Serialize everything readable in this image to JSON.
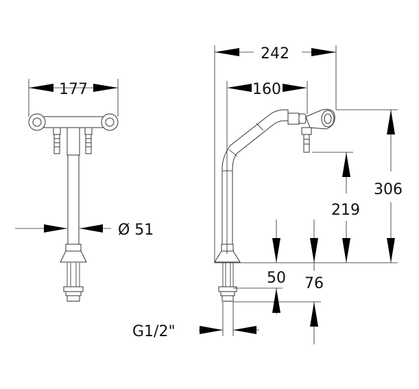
{
  "front_view": {
    "width_label": "177",
    "diameter_label": "Ø 51"
  },
  "side_view": {
    "reach_total_label": "242",
    "reach_spout_label": "160",
    "height_total_label": "306",
    "height_outlet_label": "219",
    "shank_label_1": "50",
    "shank_label_2": "76",
    "thread_label": "G1/2\""
  },
  "colors": {
    "line": "#222222",
    "background": "#ffffff"
  }
}
